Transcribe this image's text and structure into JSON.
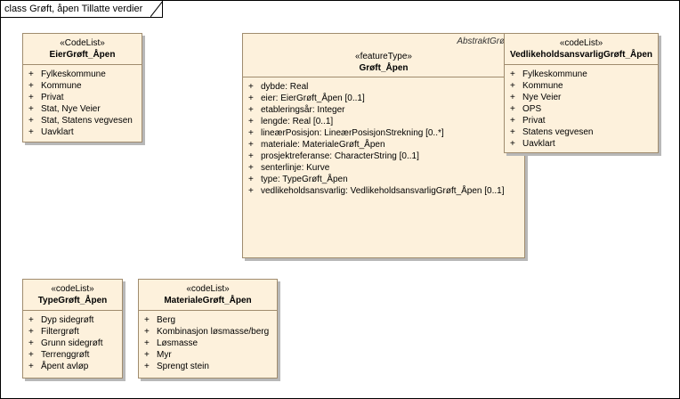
{
  "frame": {
    "title": "class Grøft, åpen Tillatte verdier"
  },
  "classes": [
    {
      "id": "eier",
      "stereotype": "«CodeList»",
      "name": "EierGrøft_Åpen",
      "attributes": [
        "Fylkeskommune",
        "Kommune",
        "Privat",
        "Stat, Nye Veier",
        "Stat, Statens vegvesen",
        "Uavklart"
      ]
    },
    {
      "id": "groft",
      "abstract_label": "AbstraktGrøft_Å",
      "stereotype": "«featureType»",
      "name": "Grøft_Åpen",
      "attributes": [
        "dybde: Real",
        "eier: EierGrøft_Åpen [0..1]",
        "etableringsår: Integer",
        "lengde: Real [0..1]",
        "lineærPosisjon: LineærPosisjonStrekning [0..*]",
        "materiale: MaterialeGrøft_Åpen",
        "prosjektreferanse: CharacterString [0..1]",
        "senterlinje: Kurve",
        "type: TypeGrøft_Åpen",
        "vedlikeholdsansvarlig: VedlikeholdsansvarligGrøft_Åpen [0..1]"
      ]
    },
    {
      "id": "vedlikehold",
      "stereotype": "«codeList»",
      "name": "VedlikeholdsansvarligGrøft_Åpen",
      "attributes": [
        "Fylkeskommune",
        "Kommune",
        "Nye Veier",
        "OPS",
        "Privat",
        "Statens vegvesen",
        "Uavklart"
      ]
    },
    {
      "id": "type",
      "stereotype": "«codeList»",
      "name": "TypeGrøft_Åpen",
      "attributes": [
        "Dyp sidegrøft",
        "Filtergrøft",
        "Grunn sidegrøft",
        "Terrenggrøft",
        "Åpent avløp"
      ]
    },
    {
      "id": "materiale",
      "stereotype": "«codeList»",
      "name": "MaterialeGrøft_Åpen",
      "attributes": [
        "Berg",
        "Kombinasjon løsmasse/berg",
        "Løsmasse",
        "Myr",
        "Sprengt stein"
      ]
    }
  ],
  "visibility_symbol": "+"
}
